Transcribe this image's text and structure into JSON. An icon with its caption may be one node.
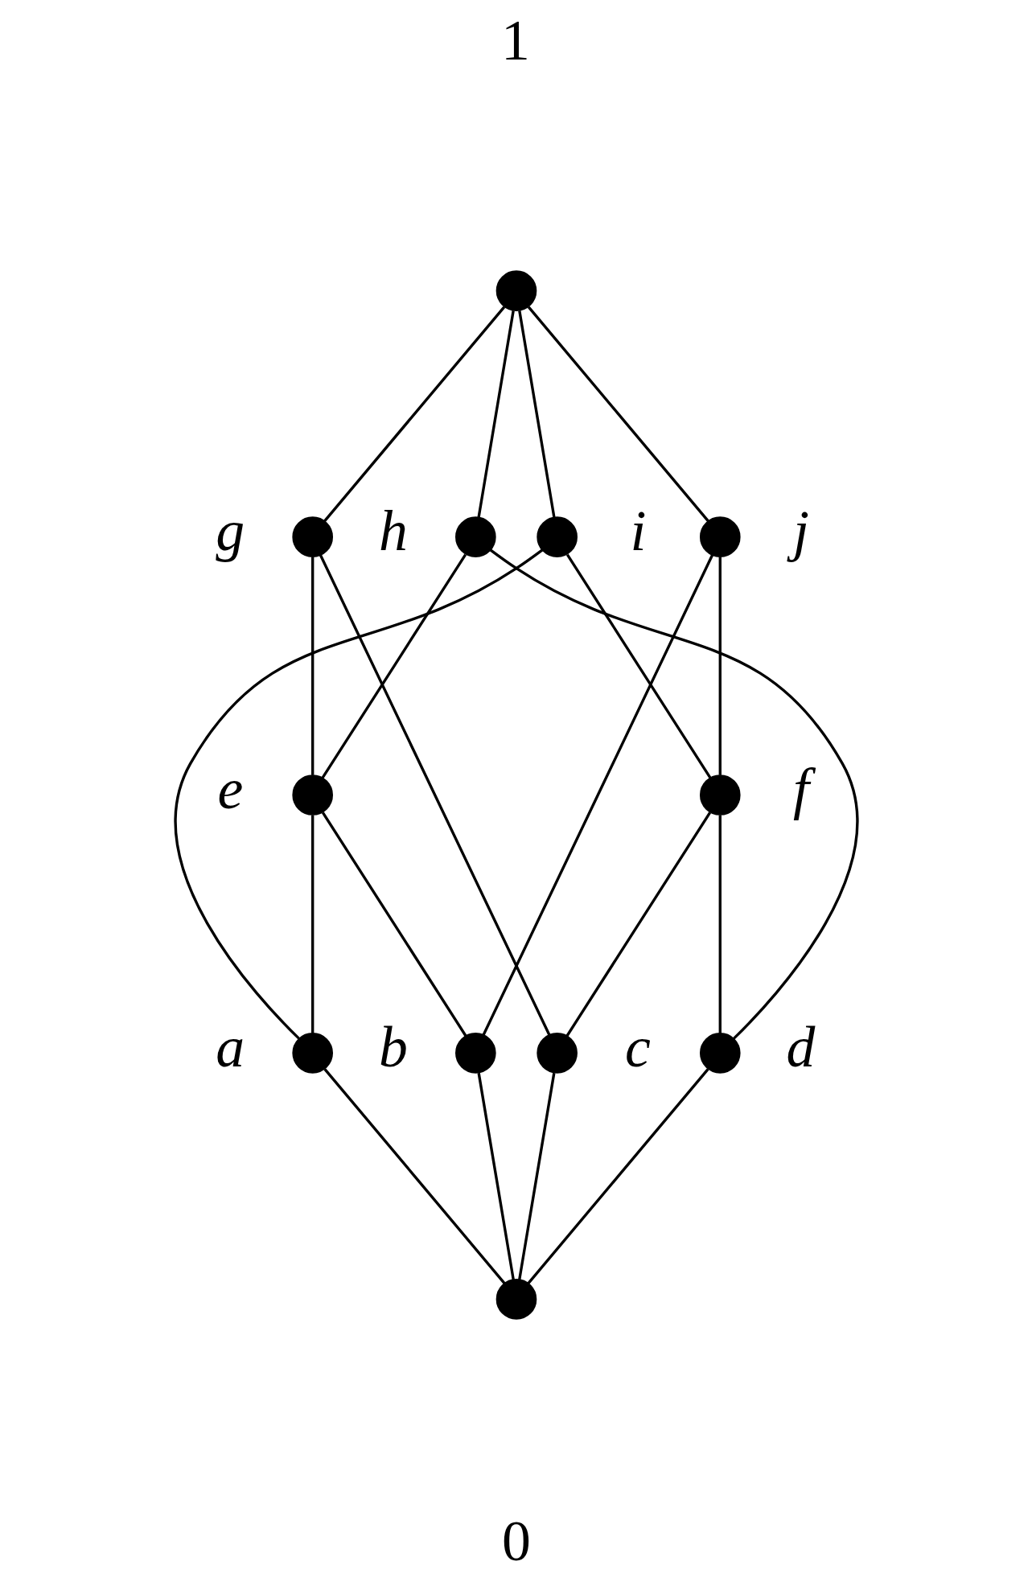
{
  "diagram": {
    "nodes": [
      {
        "text": [],
        "shape": "circle",
        "beside": [
          "1"
        ]
      },
      {
        "text": [],
        "shape": "circle",
        "beside": [
          "g"
        ]
      },
      {
        "text": [],
        "shape": "circle",
        "beside": [
          "h"
        ]
      },
      {
        "text": [],
        "shape": "circle",
        "beside": [
          "i"
        ]
      },
      {
        "text": [],
        "shape": "circle",
        "beside": [
          "j"
        ]
      },
      {
        "text": [],
        "shape": "circle",
        "beside": [
          "e"
        ]
      },
      {
        "text": [],
        "shape": "circle",
        "beside": [
          "f"
        ]
      },
      {
        "text": [],
        "shape": "circle",
        "beside": [
          "a"
        ]
      },
      {
        "text": [],
        "shape": "circle",
        "beside": [
          "b"
        ]
      },
      {
        "text": [],
        "shape": "circle",
        "beside": [
          "c"
        ]
      },
      {
        "text": [],
        "shape": "circle",
        "beside": [
          "d"
        ]
      },
      {
        "text": [],
        "shape": "circle",
        "beside": [
          "0"
        ]
      }
    ],
    "edges": [
      {
        "from": 0,
        "to": 1,
        "arrow": "none"
      },
      {
        "from": 0,
        "to": 2,
        "arrow": "none"
      },
      {
        "from": 0,
        "to": 3,
        "arrow": "none"
      },
      {
        "from": 0,
        "to": 4,
        "arrow": "none"
      },
      {
        "from": 1,
        "to": 5,
        "arrow": "none"
      },
      {
        "from": 1,
        "to": 9,
        "arrow": "none"
      },
      {
        "from": 2,
        "to": 5,
        "arrow": "none"
      },
      {
        "from": 2,
        "to": 10,
        "arrow": "none"
      },
      {
        "from": 3,
        "to": 7,
        "arrow": "none"
      },
      {
        "from": 3,
        "to": 6,
        "arrow": "none"
      },
      {
        "from": 4,
        "to": 8,
        "arrow": "none"
      },
      {
        "from": 4,
        "to": 6,
        "arrow": "none"
      },
      {
        "from": 5,
        "to": 7,
        "arrow": "none"
      },
      {
        "from": 5,
        "to": 8,
        "arrow": "none"
      },
      {
        "from": 6,
        "to": 9,
        "arrow": "none"
      },
      {
        "from": 6,
        "to": 10,
        "arrow": "none"
      },
      {
        "from": 7,
        "to": 11,
        "arrow": "none"
      },
      {
        "from": 8,
        "to": 11,
        "arrow": "none"
      },
      {
        "from": 9,
        "to": 11,
        "arrow": "none"
      },
      {
        "from": 10,
        "to": 11,
        "arrow": "none"
      }
    ]
  }
}
